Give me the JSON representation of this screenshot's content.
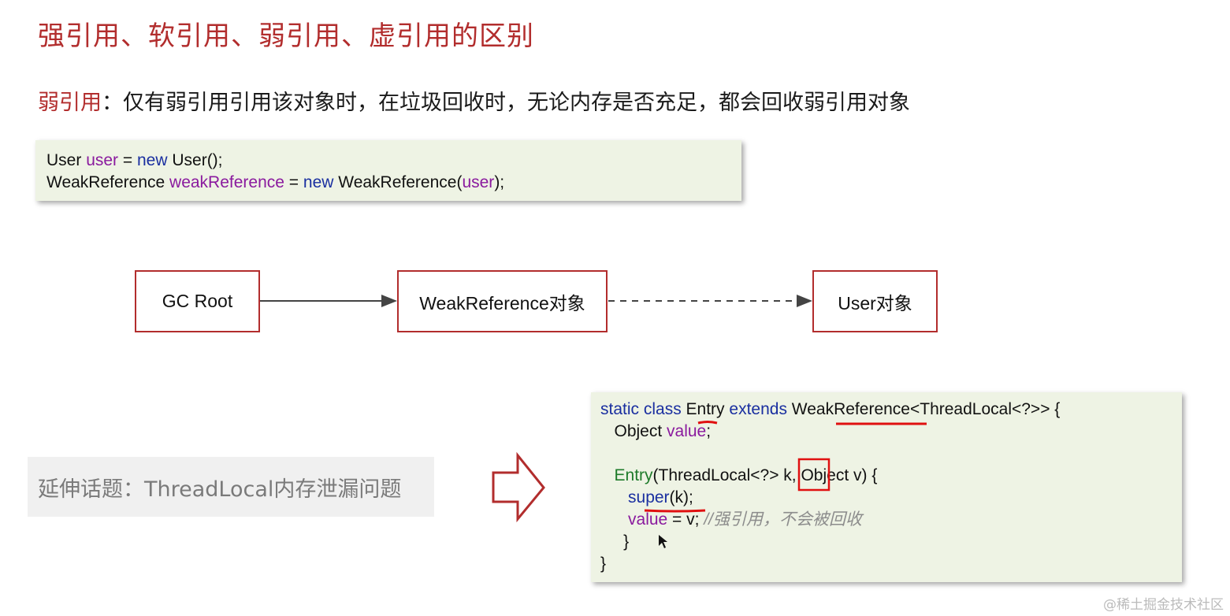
{
  "slide": {
    "title": "强引用、软引用、弱引用、虚引用的区别",
    "subtitle_term": "弱引用",
    "subtitle_text": "：仅有弱引用引用该对象时，在垃圾回收时，无论内存是否充足，都会回收弱引用对象"
  },
  "code1": {
    "line1": {
      "type": "User ",
      "var": "user",
      "eq": " = ",
      "kw": "new",
      "rest": " User();"
    },
    "line2": {
      "type": "WeakReference ",
      "var": "weakReference",
      "eq": " = ",
      "kw": "new",
      "rest_a": " WeakReference(",
      "arg": "user",
      "rest_b": ");"
    }
  },
  "diagram": {
    "node1": "GC Root",
    "node2": "WeakReference对象",
    "node3": "User对象"
  },
  "extension": {
    "label": "延伸话题：ThreadLocal内存泄漏问题"
  },
  "code2": {
    "l1_kw1": "static class",
    "l1_name": " Entry ",
    "l1_kw2": "extends",
    "l1_rest": " WeakReference<ThreadLocal<?>> {",
    "l2_a": "   Object ",
    "l2_var": "value",
    "l2_b": ";",
    "l4_a": "   ",
    "l4_name": "Entry",
    "l4_rest": "(ThreadLocal<?> k, Object v) {",
    "l5_a": "      ",
    "l5_kw": "super",
    "l5_rest": "(k);",
    "l6_a": "      ",
    "l6_var": "value",
    "l6_b": " = v; ",
    "l6_comment": "//强引用，不会被回收",
    "l7": "     }",
    "l8": "}"
  },
  "colors": {
    "accent_red": "#b22d2d",
    "keyword_blue": "#1a2fa0",
    "variable_purple": "#8a1a9e",
    "code_bg": "#eef3e4"
  },
  "watermark": "@稀土掘金技术社区"
}
